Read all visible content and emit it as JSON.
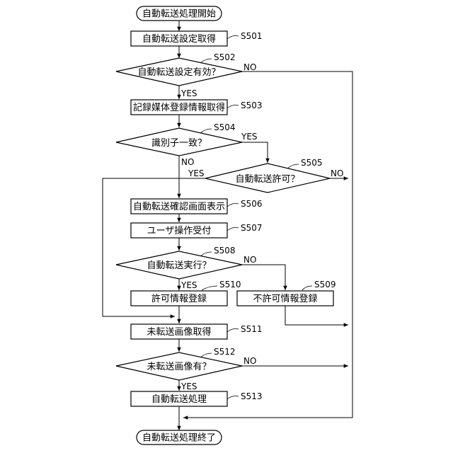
{
  "flowchart": {
    "start": "自動転送処理開始",
    "end": "自動転送処理終了",
    "nodes": {
      "s501": "自動転送設定取得",
      "s502": "自動転送設定有効？",
      "s503": "記録媒体登録情報取得",
      "s504": "識別子一致？",
      "s505": "自動転送許可？",
      "s506": "自動転送確認画面表示",
      "s507": "ユーザ操作受付",
      "s508": "自動転送実行？",
      "s509": "不許可情報登録",
      "s510": "許可情報登録",
      "s511": "未転送画像取得",
      "s512": "未転送画像有？",
      "s513": "自動転送処理"
    },
    "steps": {
      "s501": "S501",
      "s502": "S502",
      "s503": "S503",
      "s504": "S504",
      "s505": "S505",
      "s506": "S506",
      "s507": "S507",
      "s508": "S508",
      "s509": "S509",
      "s510": "S510",
      "s511": "S511",
      "s512": "S512",
      "s513": "S513"
    },
    "branch_labels": {
      "s502_no": "NO",
      "s502_yes": "YES",
      "s504_yes": "YES",
      "s504_no": "NO",
      "s505_yes": "YES",
      "s505_no": "NO",
      "s508_no": "NO",
      "s508_yes": "YES",
      "s512_no": "NO",
      "s512_yes": "YES"
    }
  }
}
